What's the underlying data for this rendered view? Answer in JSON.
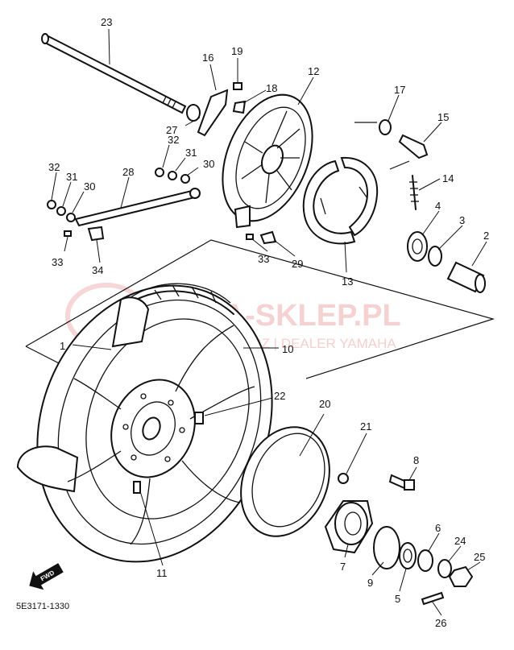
{
  "diagram_code": "5E3171-1330",
  "forward_badge": "FWD",
  "watermark": {
    "main": "MA-SKLEP.PL",
    "sub": "W... HOWICZ | DEALER YAMAHA"
  },
  "labels": {
    "p1": "1",
    "p2": "2",
    "p4": "4",
    "p3": "3",
    "p5": "5",
    "p6": "6",
    "p7": "7",
    "p8": "8",
    "p9": "9",
    "p10": "10",
    "p11": "11",
    "p12": "12",
    "p13": "13",
    "p14": "14",
    "p15": "15",
    "p16": "16",
    "p17": "17",
    "p18": "18",
    "p19": "19",
    "p20": "20",
    "p21": "21",
    "p22": "22",
    "p23": "23",
    "p24": "24",
    "p25": "25",
    "p26": "26",
    "p27": "27",
    "p28": "28",
    "p29": "29",
    "p30a": "30",
    "p30b": "30",
    "p31a": "31",
    "p31b": "31",
    "p32a": "32",
    "p32b": "32",
    "p33a": "33",
    "p33b": "33",
    "p34": "34"
  }
}
